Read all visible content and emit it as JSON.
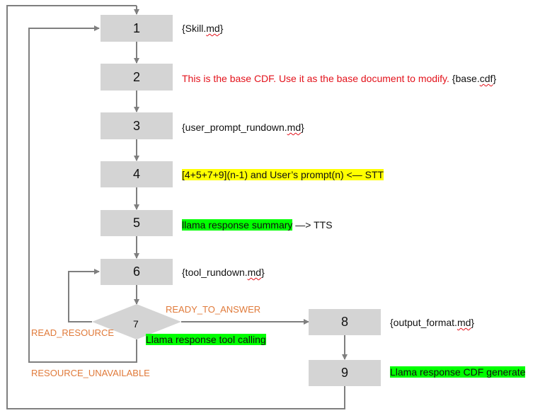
{
  "nodes": [
    {
      "id": "1",
      "label": "1"
    },
    {
      "id": "2",
      "label": "2"
    },
    {
      "id": "3",
      "label": "3"
    },
    {
      "id": "4",
      "label": "4"
    },
    {
      "id": "5",
      "label": "5"
    },
    {
      "id": "6",
      "label": "6"
    },
    {
      "id": "7",
      "label": "7"
    },
    {
      "id": "8",
      "label": "8"
    },
    {
      "id": "9",
      "label": "9"
    }
  ],
  "notes": {
    "n1": {
      "pre": "{Skill.",
      "squig": "md",
      "post": "}"
    },
    "n2": {
      "red": "This is the base CDF. Use it as the base document to modify.",
      "pre": " {base.",
      "squig": "cdf",
      "post": "}"
    },
    "n3": {
      "pre": "{user_prompt_rundown.",
      "squig": "md",
      "post": "}"
    },
    "n4": {
      "highlight": "[4+5+7+9](n-1) and User’s prompt(n) <— STT"
    },
    "n5": {
      "highlight": "llama response summary",
      "post": " —> TTS"
    },
    "n6": {
      "pre": "{tool_rundown.",
      "squig": "md",
      "post": "}"
    },
    "n7": {
      "highlight": "Llama response tool calling"
    },
    "n8": {
      "pre": "{output_format.",
      "squig": "md",
      "post": "}"
    },
    "n9": {
      "highlight": "Llama response CDF generate"
    }
  },
  "edge_labels": {
    "ready": "READY_TO_ANSWER",
    "read": "READ_RESOURCE",
    "unavailable": "RESOURCE_UNAVAILABLE"
  },
  "colors": {
    "node_fill": "#d4d4d4",
    "connector": "#7f7f7f",
    "edge_label": "#e07a3a",
    "red_text": "#e3121b",
    "highlight_yellow": "#ffff00",
    "highlight_green": "#00ff00"
  }
}
